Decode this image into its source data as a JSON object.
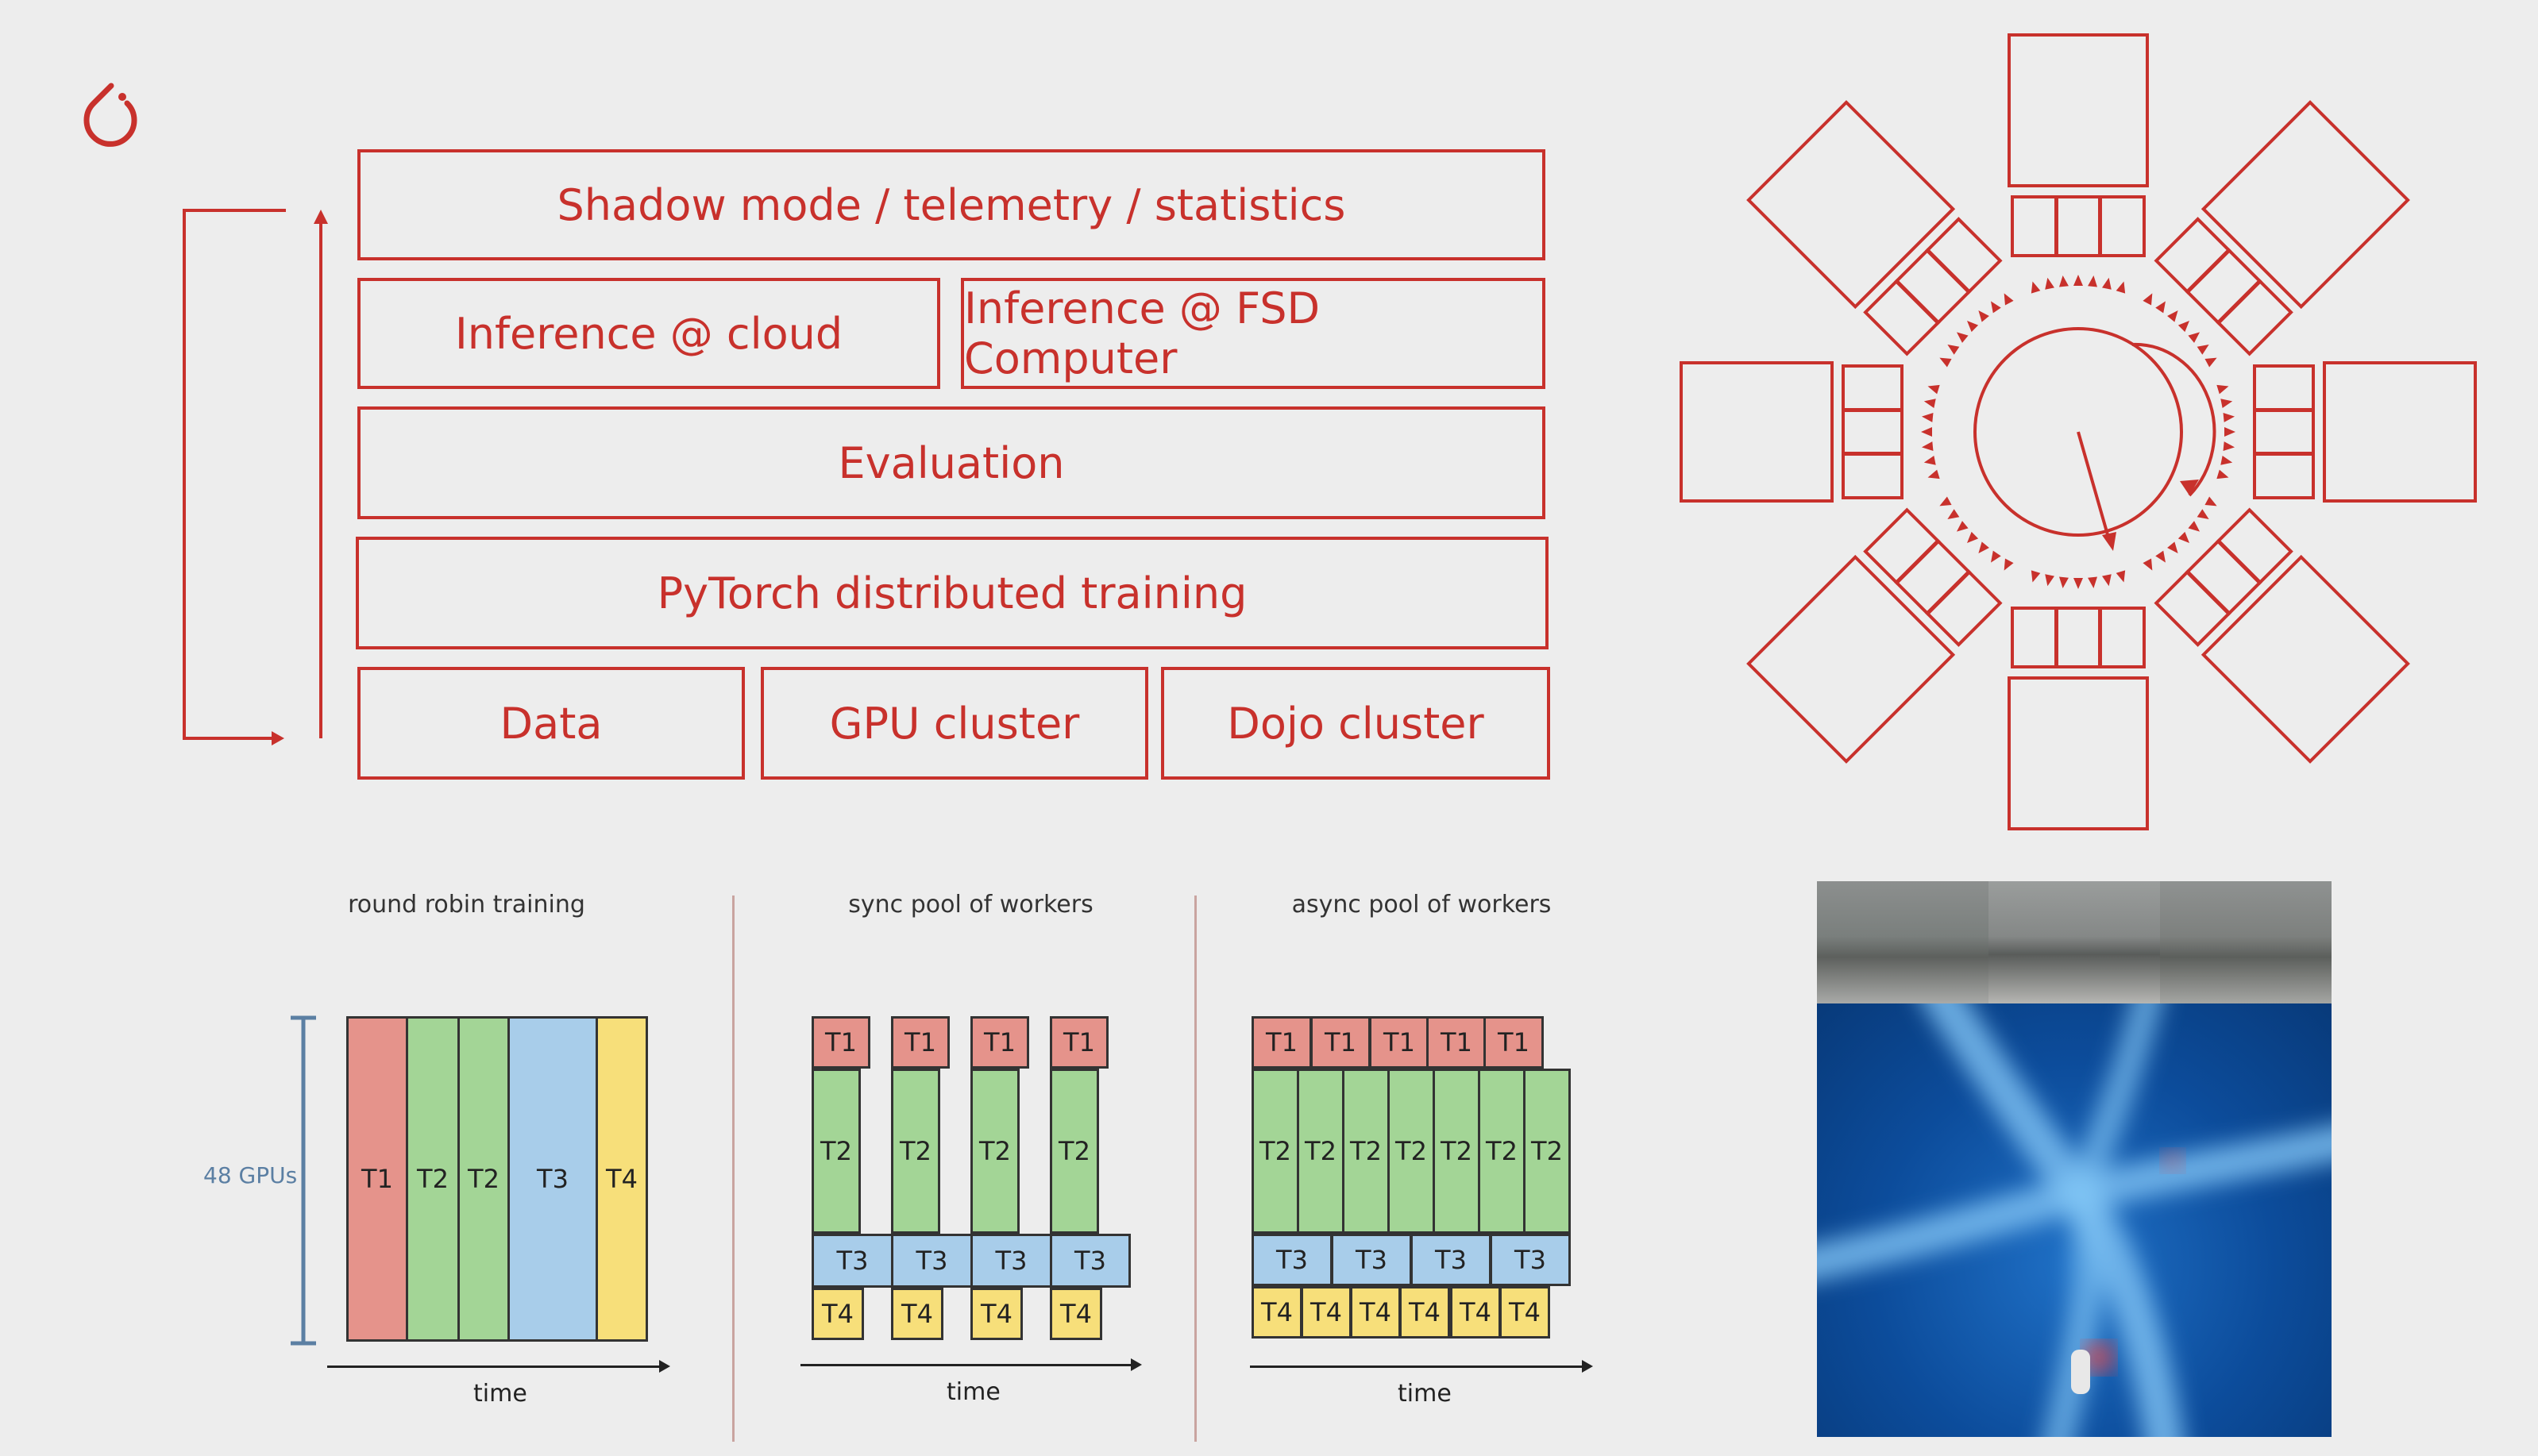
{
  "stack": {
    "shadow": "Shadow mode / telemetry / statistics",
    "inference_cloud": "Inference @ cloud",
    "inference_fsd": "Inference @ FSD Computer",
    "evaluation": "Evaluation",
    "pytorch": "PyTorch distributed training",
    "data": "Data",
    "gpu": "GPU cluster",
    "dojo": "Dojo cluster"
  },
  "colors": {
    "accent": "#c8312c",
    "t1": "#e5938b",
    "t2": "#a3d596",
    "t3": "#a8cdea",
    "t4": "#f7df7a",
    "gpu_axis": "#5b7fa3"
  },
  "panels": {
    "round_robin": {
      "caption": "round robin training",
      "gpu_label": "48 GPUs",
      "time": "time",
      "cells": [
        "T1",
        "T2",
        "T2",
        "T3",
        "T4"
      ]
    },
    "sync": {
      "caption": "sync pool of workers",
      "time": "time",
      "t1": "T1",
      "t2": "T2",
      "t3": "T3",
      "t4": "T4"
    },
    "async": {
      "caption": "async pool of workers",
      "time": "time",
      "t1": "T1",
      "t2": "T2",
      "t3": "T3",
      "t4": "T4"
    }
  },
  "icons": {
    "logo": "pytorch-logo-icon",
    "cluster": "cluster-diagram-icon"
  }
}
